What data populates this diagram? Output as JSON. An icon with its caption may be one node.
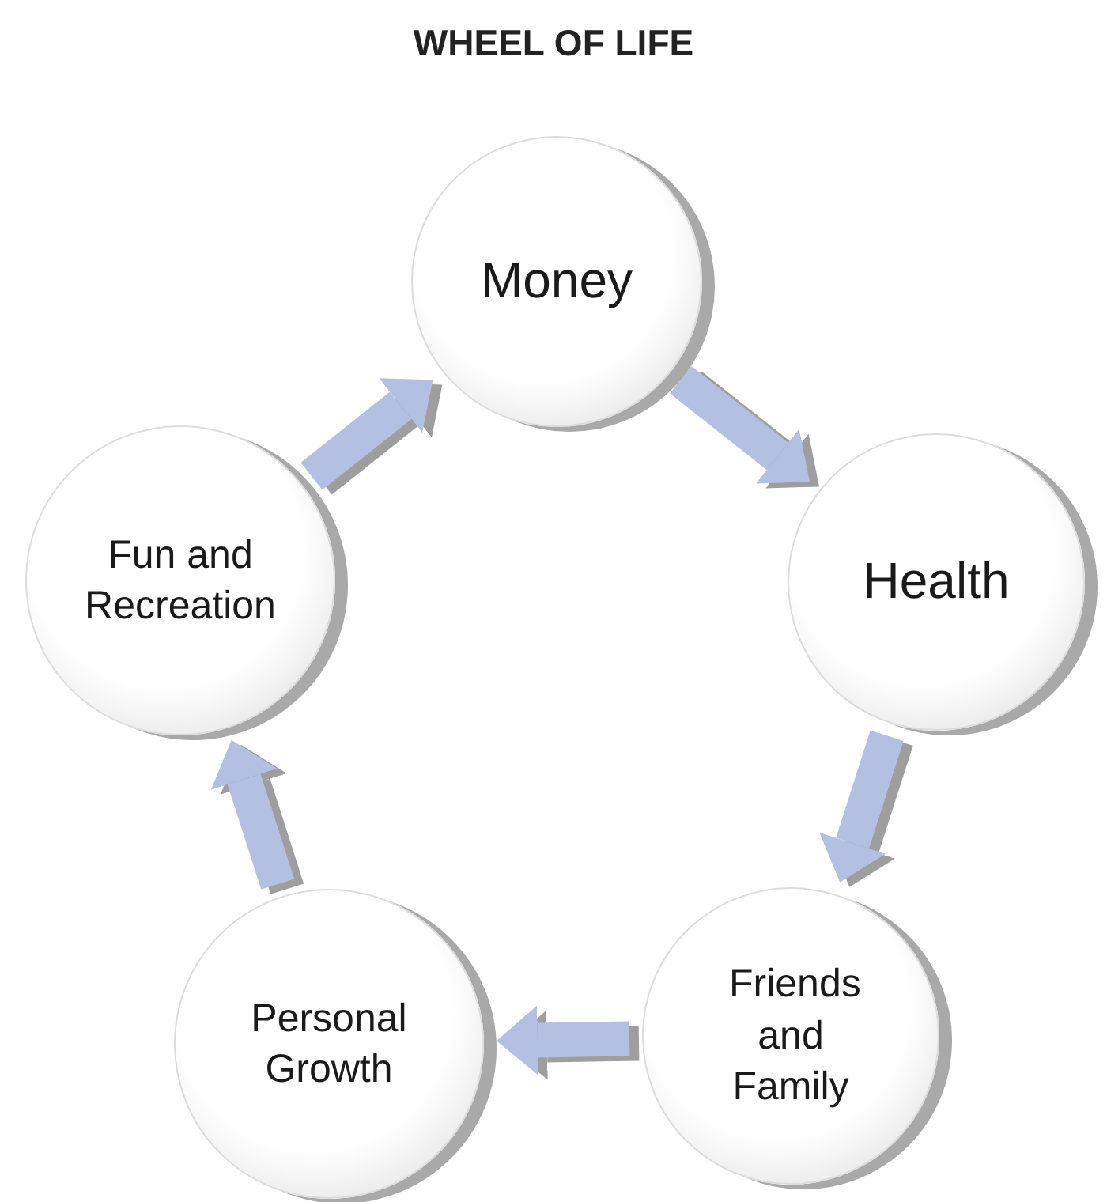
{
  "diagram": {
    "title": "WHEEL OF LIFE",
    "nodes": [
      {
        "text": [
          "Money"
        ]
      },
      {
        "text": [
          "Health"
        ]
      },
      {
        "text": [
          "Friends and Family"
        ]
      },
      {
        "text": [
          "Personal Growth"
        ]
      },
      {
        "text": [
          "Fun and Recreation"
        ]
      }
    ],
    "edges": [
      {
        "from": 0,
        "to": 1,
        "arrow": "to"
      },
      {
        "from": 1,
        "to": 2,
        "arrow": "to"
      },
      {
        "from": 2,
        "to": 3,
        "arrow": "to"
      },
      {
        "from": 3,
        "to": 4,
        "arrow": "to"
      },
      {
        "from": 4,
        "to": 0,
        "arrow": "to"
      }
    ]
  }
}
